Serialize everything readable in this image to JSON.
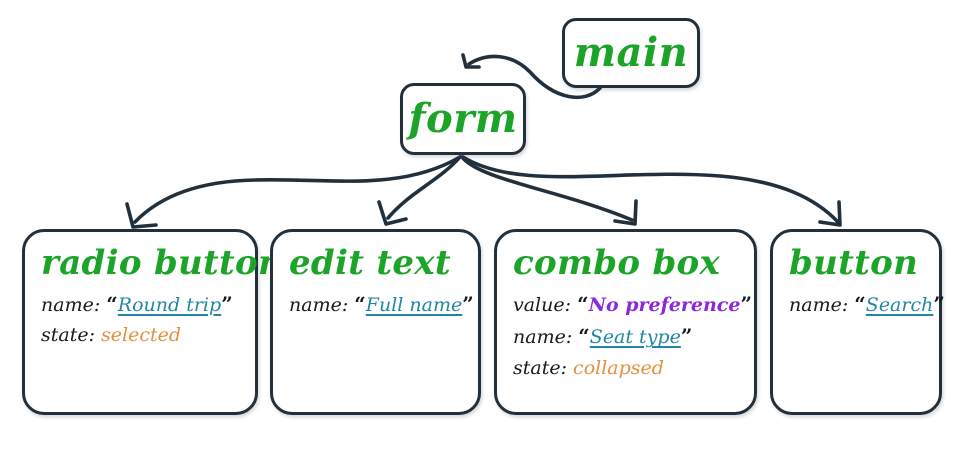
{
  "diagram": {
    "type": "accessibility-tree",
    "root_label": "main",
    "nodes": [
      {
        "id": "main",
        "label": "main",
        "kind": "container",
        "properties": []
      },
      {
        "id": "form",
        "label": "form",
        "kind": "container",
        "properties": []
      },
      {
        "id": "radio-button",
        "label": "radio button",
        "kind": "control",
        "properties": [
          {
            "key": "name:",
            "value": "Round trip",
            "value_kind": "name",
            "quoted": true
          },
          {
            "key": "state:",
            "value": "selected",
            "value_kind": "state",
            "quoted": false
          }
        ]
      },
      {
        "id": "edit-text",
        "label": "edit text",
        "kind": "control",
        "properties": [
          {
            "key": "name:",
            "value": "Full name",
            "value_kind": "name",
            "quoted": true
          }
        ]
      },
      {
        "id": "combo-box",
        "label": "combo box",
        "kind": "control",
        "properties": [
          {
            "key": "value:",
            "value": "No preference",
            "value_kind": "value",
            "quoted": true
          },
          {
            "key": "name:",
            "value": "Seat type",
            "value_kind": "name",
            "quoted": true
          },
          {
            "key": "state:",
            "value": "collapsed",
            "value_kind": "state",
            "quoted": false
          }
        ]
      },
      {
        "id": "button",
        "label": "button",
        "kind": "control",
        "properties": [
          {
            "key": "name:",
            "value": "Search",
            "value_kind": "name",
            "quoted": true
          }
        ]
      }
    ],
    "edges": [
      {
        "from": "main",
        "to": "form"
      },
      {
        "from": "form",
        "to": "radio-button"
      },
      {
        "from": "form",
        "to": "edit-text"
      },
      {
        "from": "form",
        "to": "combo-box"
      },
      {
        "from": "form",
        "to": "button"
      }
    ],
    "quotes": {
      "open": "“",
      "close": "”"
    },
    "colors": {
      "role_green": "#1ba428",
      "name_teal": "#2386a6",
      "value_purple": "#8a28df",
      "state_orange": "#e2913e",
      "stroke_dark": "#22303c",
      "text_dark": "#161b22",
      "background": "#ffffff"
    }
  }
}
